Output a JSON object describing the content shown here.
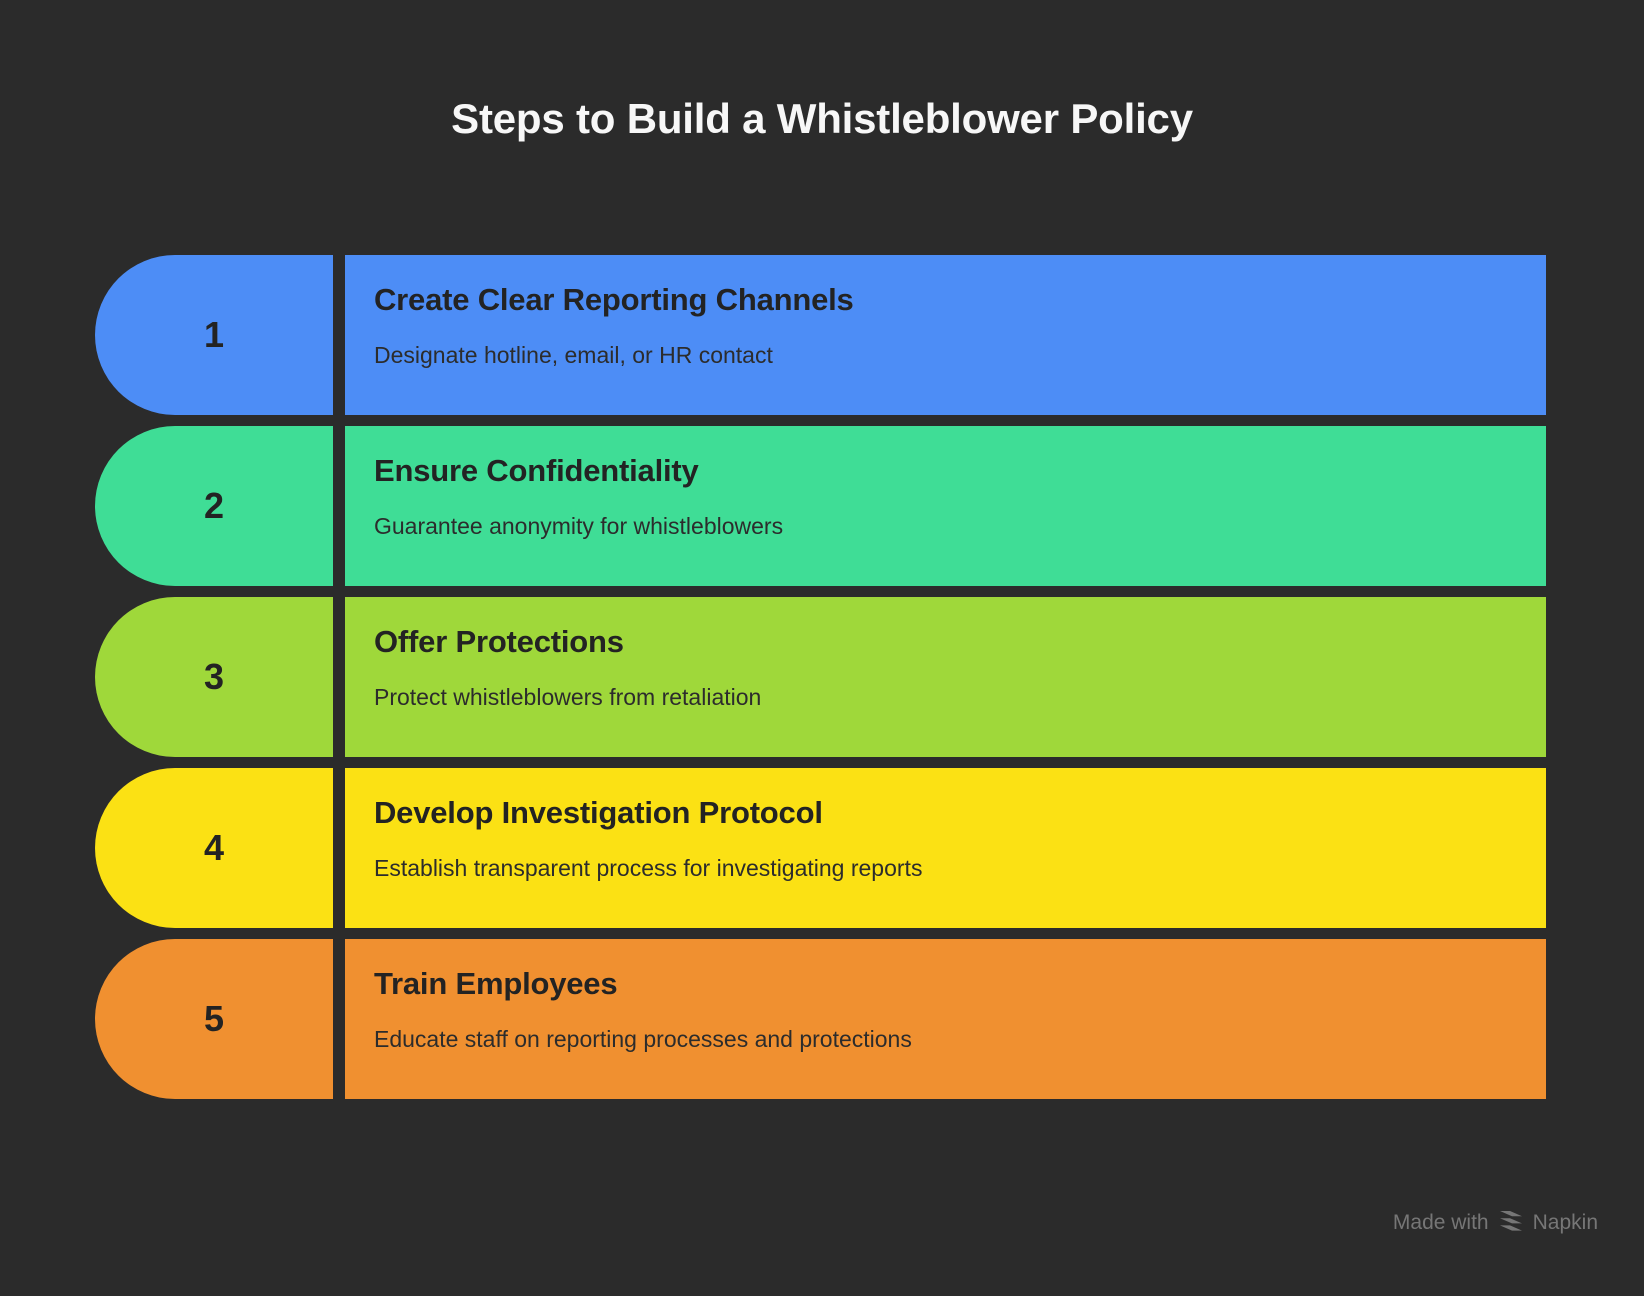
{
  "page": {
    "background_color": "#2b2b2b",
    "title": "Steps to Build a Whistleblower Policy",
    "title_color": "#f7f7f7"
  },
  "steps": [
    {
      "number": "1",
      "title": "Create Clear Reporting Channels",
      "description": "Designate hotline, email, or HR contact",
      "color": "#4d8df6"
    },
    {
      "number": "2",
      "title": "Ensure Confidentiality",
      "description": "Guarantee anonymity for whistleblowers",
      "color": "#3fdd96"
    },
    {
      "number": "3",
      "title": "Offer Protections",
      "description": "Protect whistleblowers from retaliation",
      "color": "#9fd83a"
    },
    {
      "number": "4",
      "title": "Develop Investigation Protocol",
      "description": "Establish transparent process for investigating reports",
      "color": "#fbe114"
    },
    {
      "number": "5",
      "title": "Train Employees",
      "description": "Educate staff on reporting processes and protections",
      "color": "#f09030"
    }
  ],
  "watermark": {
    "made_with": "Made with",
    "brand": "Napkin",
    "logo_icon": "napkin-chevron-icon",
    "color": "#7b7b7b"
  }
}
